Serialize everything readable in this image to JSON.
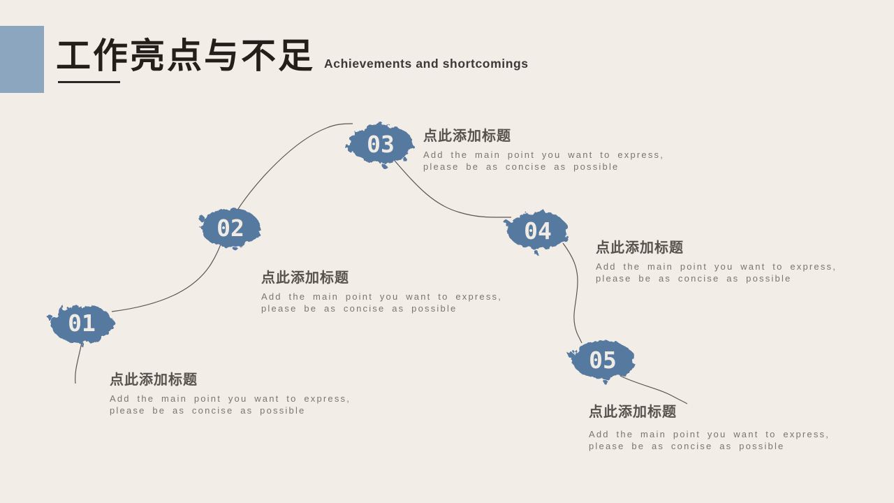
{
  "slide": {
    "title": "工作亮点与不足",
    "subtitle": "Achievements and shortcomings"
  },
  "steps": [
    {
      "number": "01",
      "title": "点此添加标题",
      "body": [
        "Add the main point you want to express,",
        "please be as concise as possible"
      ]
    },
    {
      "number": "02",
      "title": "点此添加标题",
      "body": [
        "Add the main point you want to express,",
        "please be as concise as possible"
      ]
    },
    {
      "number": "03",
      "title": "点此添加标题",
      "body": [
        "Add the main point you want to express,",
        "please be as concise as possible"
      ]
    },
    {
      "number": "04",
      "title": "点此添加标题",
      "body": [
        "Add the main point you want to express,",
        "please be as concise as possible"
      ]
    },
    {
      "number": "05",
      "title": "点此添加标题",
      "body": [
        "Add the main point you want to express,",
        "please be as concise as possible"
      ]
    }
  ],
  "colors": {
    "background": "#f3ede8",
    "accent_square_blue": "#8da6bf",
    "splash_blue": "#56799f",
    "main_title_text": "#232019",
    "subtitle_text": "#3b3835",
    "item_title_text": "#57524c",
    "body_text": "#7a756f",
    "connector_line": "#5b564f",
    "number_text": "#f0ebe4"
  }
}
